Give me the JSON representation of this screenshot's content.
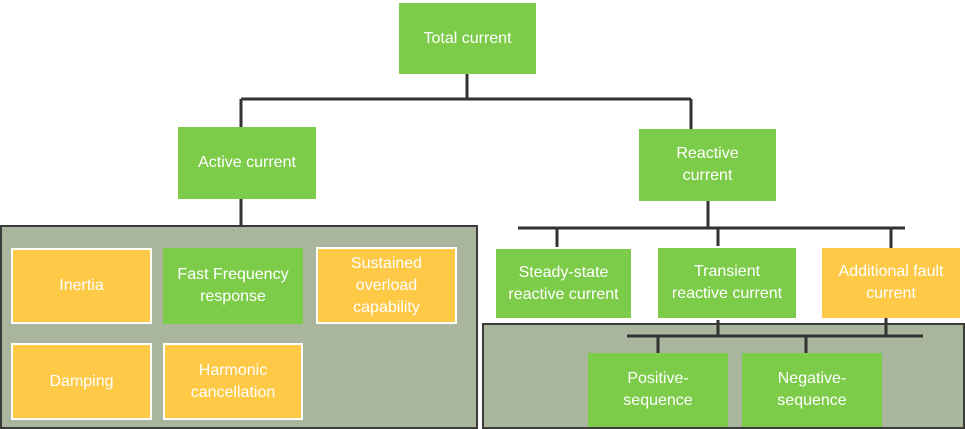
{
  "colors": {
    "green": "#7ccc4a",
    "yellow": "#ffc948",
    "panel": "#a9b59d",
    "line": "#333333"
  },
  "nodes": {
    "total": "Total current",
    "active": "Active current",
    "reactive": "Reactive\ncurrent",
    "inertia": "Inertia",
    "fast_frequency": "Fast Frequency\nresponse",
    "sustained_overload": "Sustained\noverload\ncapability",
    "damping": "Damping",
    "harmonic": "Harmonic\ncancellation",
    "steady_state": "Steady-state\nreactive current",
    "transient": "Transient\nreactive current",
    "additional_fault": "Additional fault\ncurrent",
    "positive_seq": "Positive-\nsequence",
    "negative_seq": "Negative-\nsequence"
  }
}
